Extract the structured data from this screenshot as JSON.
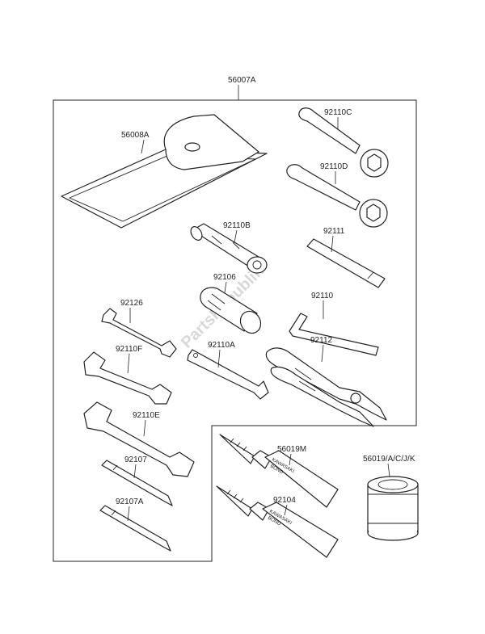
{
  "labels": {
    "kit": "56007A",
    "pouch": "56008A",
    "wrench_c": "92110C",
    "wrench_d": "92110D",
    "socket_b": "92110B",
    "bar": "92111",
    "driver_handle": "92106",
    "hex_key": "92110",
    "spanner_small": "92126",
    "spanner_f": "92110F",
    "plate_tool": "92110A",
    "pliers": "92112",
    "spanner_e": "92110E",
    "screwdriver": "92107",
    "screwdriver_a": "92107A",
    "bond_m": "56019M",
    "bond": "92104",
    "can": "56019/A/C/J/K"
  },
  "tube_text": {
    "brand": "KAWASAKI",
    "type": "BOND"
  },
  "watermark": "PartsRepublik"
}
